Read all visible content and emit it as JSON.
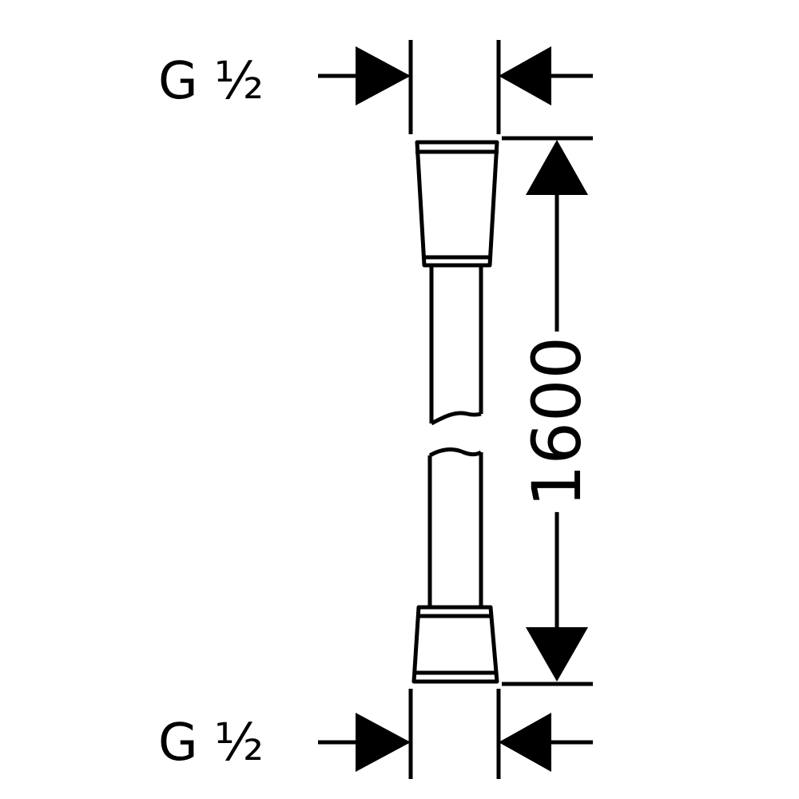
{
  "dimensions": {
    "thread_top": "G ½",
    "thread_bottom": "G ½",
    "hose_length": "1600"
  }
}
